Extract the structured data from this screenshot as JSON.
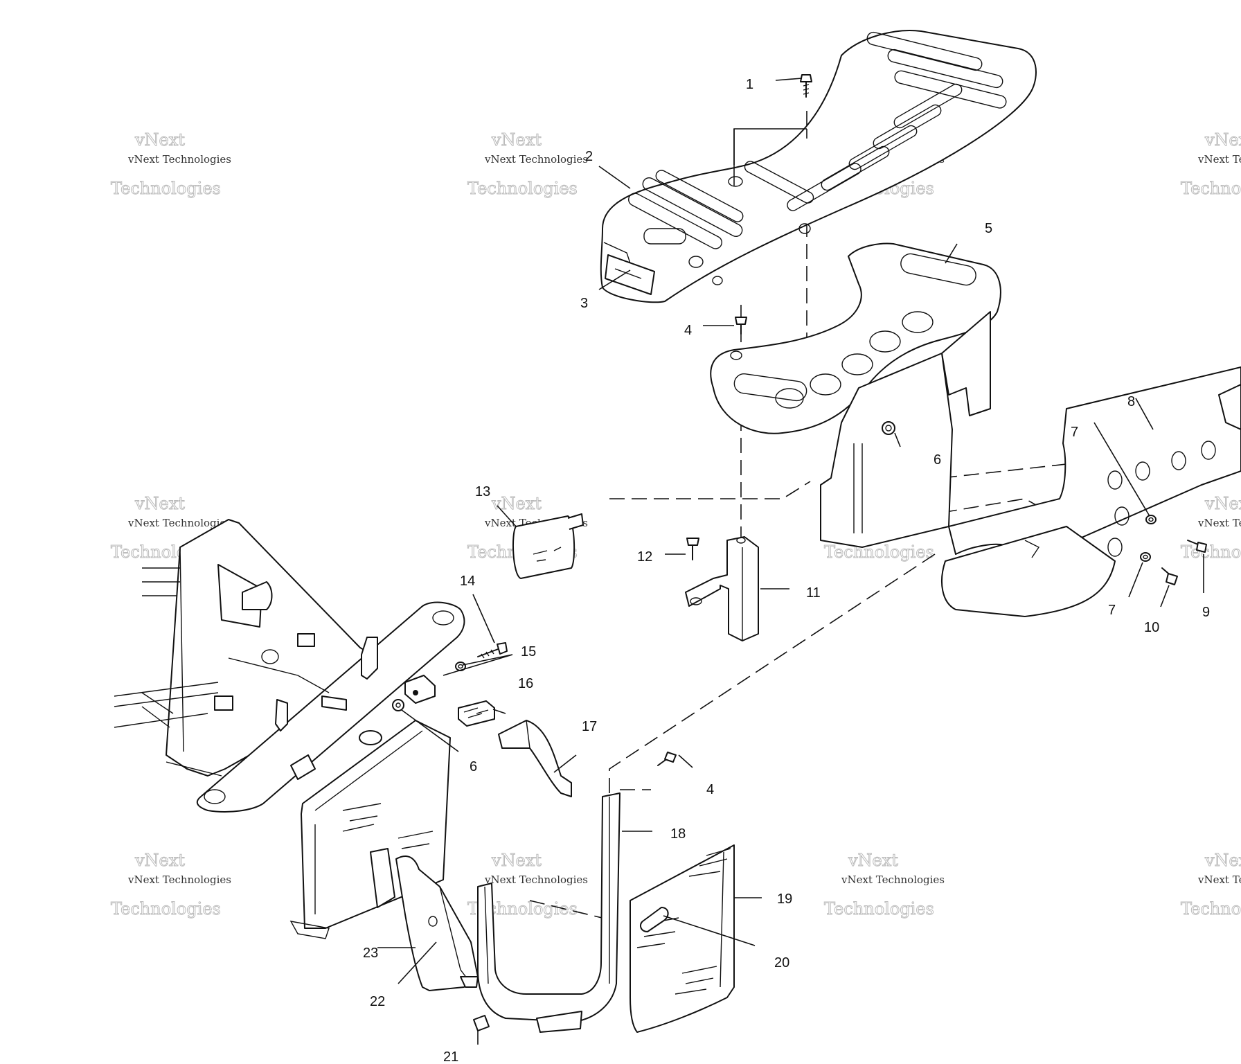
{
  "diagram": {
    "callouts": [
      {
        "id": "c1",
        "text": "1"
      },
      {
        "id": "c2",
        "text": "2"
      },
      {
        "id": "c3",
        "text": "3"
      },
      {
        "id": "c4a",
        "text": "4"
      },
      {
        "id": "c4b",
        "text": "4"
      },
      {
        "id": "c5",
        "text": "5"
      },
      {
        "id": "c6a",
        "text": "6"
      },
      {
        "id": "c6b",
        "text": "6"
      },
      {
        "id": "c7a",
        "text": "7"
      },
      {
        "id": "c7b",
        "text": "7"
      },
      {
        "id": "c8",
        "text": "8"
      },
      {
        "id": "c9",
        "text": "9"
      },
      {
        "id": "c10",
        "text": "10"
      },
      {
        "id": "c11",
        "text": "11"
      },
      {
        "id": "c12",
        "text": "12"
      },
      {
        "id": "c13",
        "text": "13"
      },
      {
        "id": "c14",
        "text": "14"
      },
      {
        "id": "c15",
        "text": "15"
      },
      {
        "id": "c16",
        "text": "16"
      },
      {
        "id": "c17",
        "text": "17"
      },
      {
        "id": "c18",
        "text": "18"
      },
      {
        "id": "c19",
        "text": "19"
      },
      {
        "id": "c20",
        "text": "20"
      },
      {
        "id": "c21",
        "text": "21"
      },
      {
        "id": "c22",
        "text": "22"
      },
      {
        "id": "c23",
        "text": "23"
      }
    ]
  },
  "watermark": {
    "line1": "vNext Technologies",
    "line2": "vNext",
    "line3": "Technologies"
  }
}
